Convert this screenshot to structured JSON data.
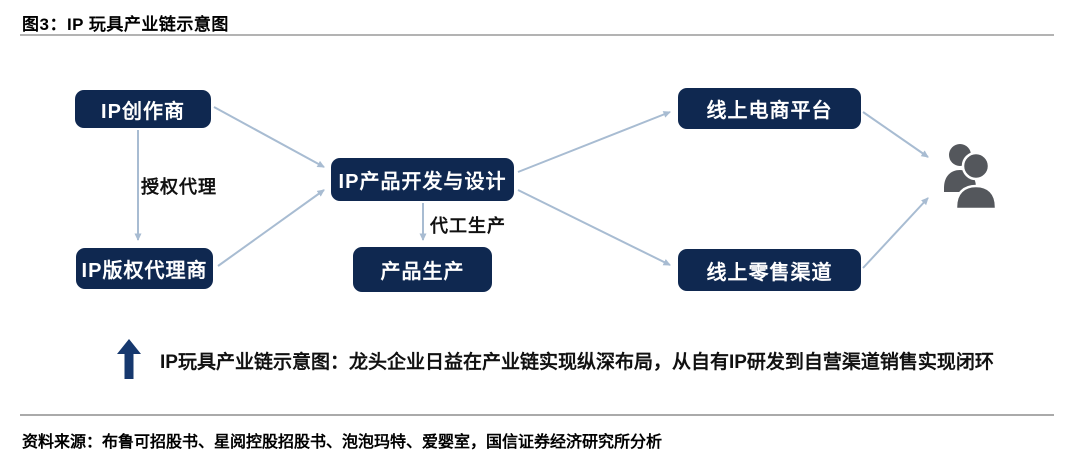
{
  "figure": {
    "title": "图3：IP 玩具产业链示意图",
    "source": "资料来源：布鲁可招股书、星阅控股招股书、泡泡玛特、爱婴室，国信证券经济研究所分析"
  },
  "diagram": {
    "nodes": [
      {
        "id": "ip-creator",
        "label": "IP创作商"
      },
      {
        "id": "ip-copyright-agent",
        "label": "IP版权代理商"
      },
      {
        "id": "ip-product-development",
        "label": "IP产品开发与设计"
      },
      {
        "id": "product-manufacturing",
        "label": "产品生产"
      },
      {
        "id": "online-ecommerce-platform",
        "label": "线上电商平台"
      },
      {
        "id": "online-retail-channel",
        "label": "线上零售渠道"
      }
    ],
    "edge_labels": {
      "license_agency": "授权代理",
      "oem_production": "代工生产"
    },
    "consumer_icon": "users-icon"
  },
  "annotation": {
    "icon": "up-arrow-icon",
    "text": "IP玩具产业链示意图：龙头企业日益在产业链实现纵深布局，从自有IP研发到自营渠道销售实现闭环"
  },
  "colors": {
    "node_fill": "#0f2850",
    "node_text": "#ffffff",
    "connector": "#a8bcd2",
    "annotation_arrow": "#16386e",
    "consumer_icon_gray": "#54575c",
    "rule_gray": "#b3b3b3"
  }
}
